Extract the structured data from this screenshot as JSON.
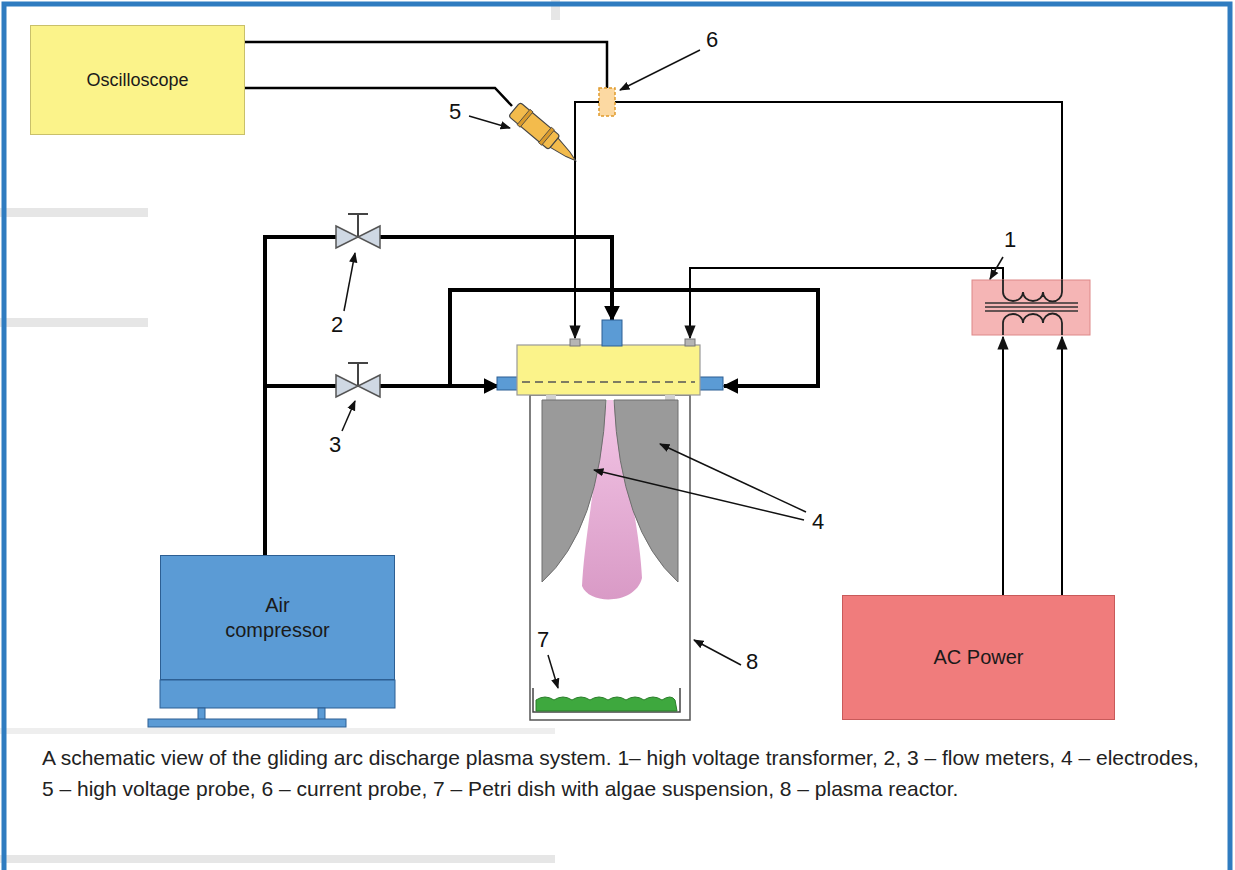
{
  "diagram": {
    "caption": "A schematic view of the gliding arc discharge plasma system. 1– high voltage transformer, 2, 3 – flow meters, 4 – electrodes, 5 – high voltage probe, 6 – current probe, 7 – Petri dish with algae suspension, 8 – plasma reactor.",
    "nodes": [
      {
        "text": [
          "Oscilloscope"
        ]
      },
      {
        "text": [
          "Air compressor"
        ]
      },
      {
        "text": [
          "AC Power"
        ]
      }
    ],
    "labels": [
      "1",
      "2",
      "3",
      "4",
      "5",
      "6",
      "7",
      "8"
    ]
  }
}
